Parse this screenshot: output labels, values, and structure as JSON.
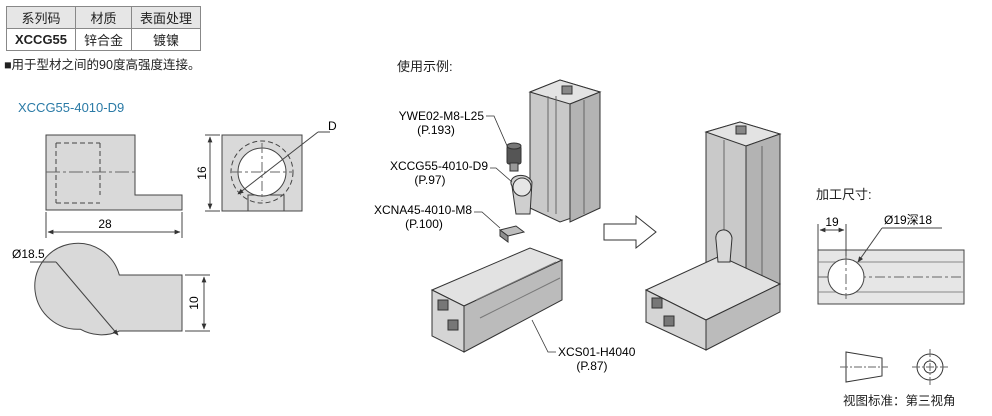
{
  "table": {
    "headers": [
      "系列码",
      "材质",
      "表面处理"
    ],
    "row": [
      "XCCG55",
      "锌合金",
      "镀镍"
    ]
  },
  "description": "■用于型材之间的90度高强度连接。",
  "part_title": "XCCG55-4010-D9",
  "usage_title": "使用示例:",
  "machining_title": "加工尺寸:",
  "view_standard": "视图标准：第三视角",
  "dims": {
    "d": "D",
    "h16": "16",
    "l28": "28",
    "dia": "Ø18.5",
    "w10": "10",
    "m19": "19",
    "hole": "Ø19深18"
  },
  "callouts": {
    "bolt_code": "YWE02-M8-L25",
    "bolt_page": "(P.193)",
    "conn_code": "XCCG55-4010-D9",
    "conn_page": "(P.97)",
    "nut_code": "XCNA45-4010-M8",
    "nut_page": "(P.100)",
    "profile_code": "XCS01-H4040",
    "profile_page": "(P.87)"
  }
}
